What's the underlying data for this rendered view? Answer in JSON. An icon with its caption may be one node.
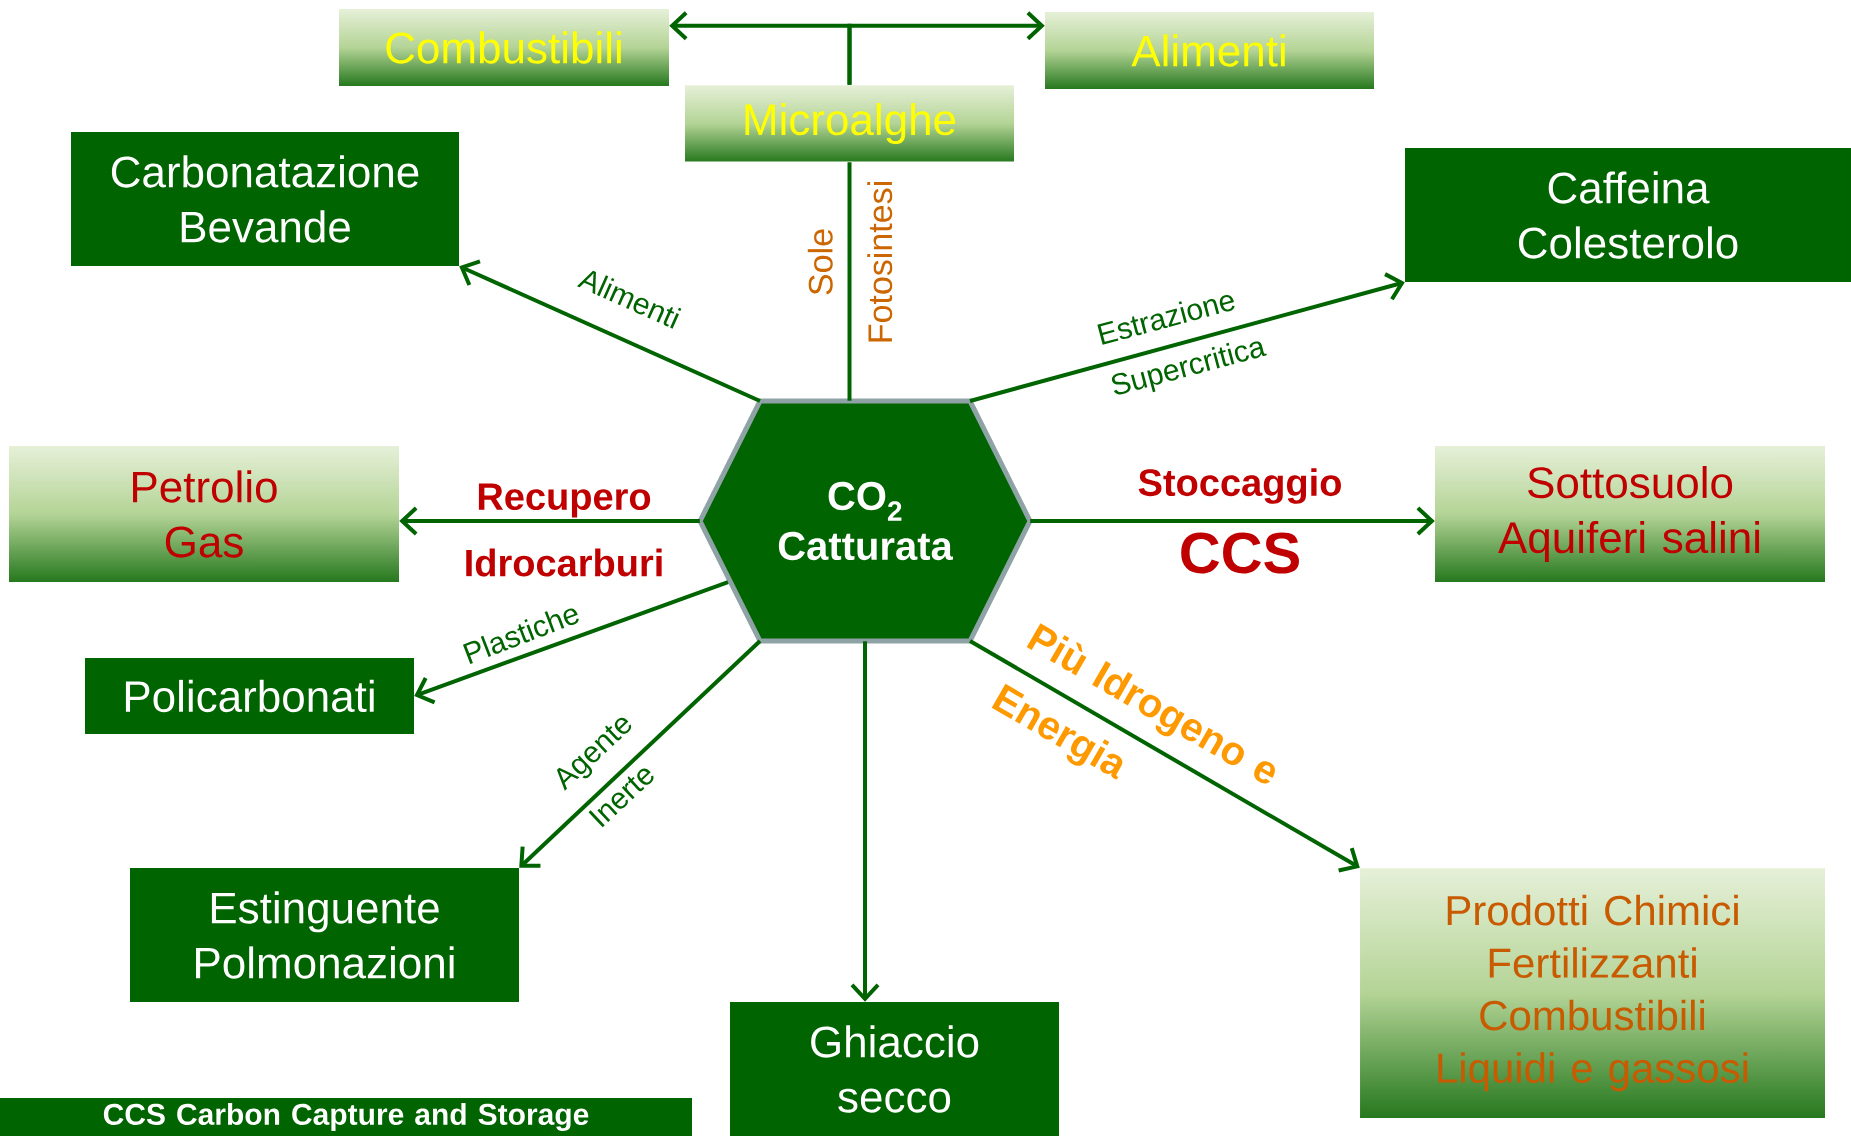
{
  "diagram": {
    "nodes": [
      {
        "text": [
          "CO$_{2}$ Catturata"
        ]
      },
      {
        "text": [
          "Combustibili"
        ]
      },
      {
        "text": [
          "Alimenti"
        ]
      },
      {
        "text": [
          "Microalghe"
        ]
      },
      {
        "text": [
          "Carbonatazione Bevande"
        ]
      },
      {
        "text": [
          "Caffeina Colesterolo"
        ]
      },
      {
        "text": [
          "Petrolio Gas"
        ]
      },
      {
        "text": [
          "Sottosuolo Aquiferi salini"
        ]
      },
      {
        "text": [
          "Policarbonati"
        ]
      },
      {
        "text": [
          "Estinguente Polmonazioni"
        ]
      },
      {
        "text": [
          "Ghiaccio secco"
        ]
      },
      {
        "text": [
          "Prodotti Chimici Fertilizzanti Combustibili Liquidi e gassosi"
        ]
      },
      {
        "text": [
          "CCS Carbon Capture and Storage"
        ]
      }
    ],
    "edges": [
      {
        "from": 3,
        "to": 1,
        "arrow": "to"
      },
      {
        "from": 3,
        "to": 2,
        "arrow": "to"
      },
      {
        "from": 0,
        "to": 3,
        "arrow": "none",
        "label": "Sole Fotosintesi"
      },
      {
        "from": 0,
        "to": 4,
        "arrow": "to",
        "label": "Alimenti"
      },
      {
        "from": 0,
        "to": 5,
        "arrow": "to",
        "label": "Estrazione Supercritica"
      },
      {
        "from": 0,
        "to": 6,
        "arrow": "to",
        "label": "Recupero Idrocarburi"
      },
      {
        "from": 0,
        "to": 7,
        "arrow": "to",
        "label": "Stoccaggio"
      },
      {
        "from": 0,
        "to": 8,
        "arrow": "to",
        "label": "Plastiche"
      },
      {
        "from": 0,
        "to": 9,
        "arrow": "to",
        "label": "Agente Inerte"
      },
      {
        "from": 0,
        "to": 10,
        "arrow": "to"
      },
      {
        "from": 0,
        "to": 11,
        "arrow": "to",
        "label": "Più Idrogeno e Energia"
      }
    ],
    "labels": [
      "CCS"
    ]
  }
}
